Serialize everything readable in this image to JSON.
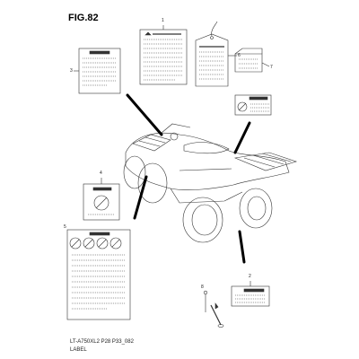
{
  "figure": {
    "title": "FIG.82",
    "code": "LT-A750XL2 P28 P33_082",
    "caption": "LABEL"
  },
  "callouts": [
    "1",
    "2",
    "3",
    "4",
    "5",
    "6",
    "7",
    "8"
  ],
  "colors": {
    "line": "#222222",
    "black": "#000000",
    "background": "#ffffff"
  }
}
